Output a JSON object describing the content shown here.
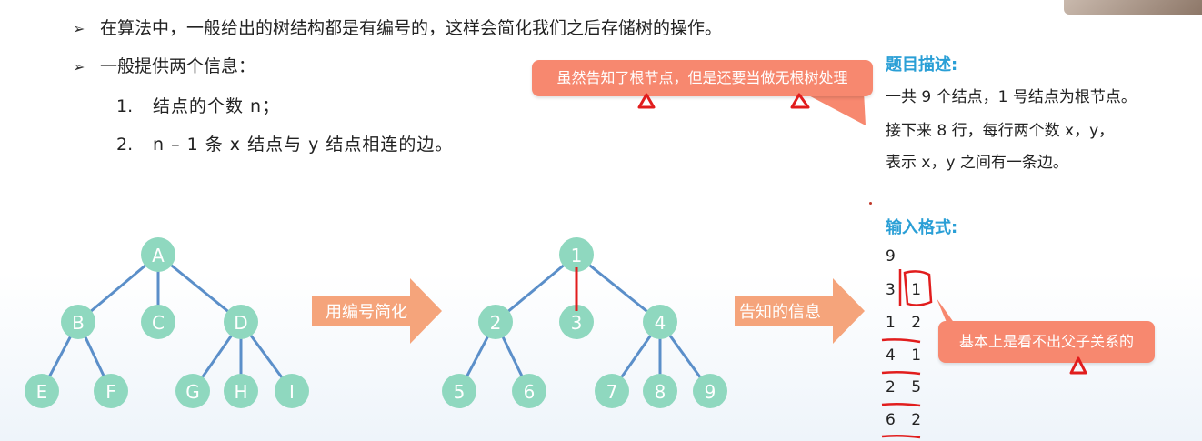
{
  "bullets": [
    "在算法中，一般给出的树结构都是有编号的，这样会简化我们之后存储树的操作。",
    "一般提供两个信息："
  ],
  "subitems": [
    {
      "num": "1.",
      "text": "结点的个数 n；"
    },
    {
      "num": "2.",
      "text": "n – 1 条 x 结点与 y 结点相连的边。"
    }
  ],
  "callouts": {
    "top": "虽然告知了根节点，但是还要当做无根树处理",
    "right": "基本上是看不出父子关系的"
  },
  "arrows": {
    "simplify": "用编号简化",
    "info": "告知的信息"
  },
  "problem": {
    "title": "题目描述:",
    "lines": [
      "一共 9 个结点，1 号结点为根节点。",
      "接下来 8 行，每行两个数 x，y，",
      "表示 x，y 之间有一条边。"
    ]
  },
  "input_format": {
    "title": "输入格式:",
    "lines": [
      "9",
      "3 1",
      "1 2",
      "4 1",
      "2 5",
      "6 2"
    ]
  },
  "tree_letters": {
    "root": "A",
    "level1": [
      "B",
      "C",
      "D"
    ],
    "level2": [
      "E",
      "F",
      "G",
      "H",
      "I"
    ]
  },
  "tree_numbers": {
    "root": "1",
    "level1": [
      "2",
      "3",
      "4"
    ],
    "level2": [
      "5",
      "6",
      "7",
      "8",
      "9"
    ]
  },
  "colors": {
    "node_fill": "#8fd8bf",
    "edge": "#5b8fc9",
    "callout": "#f7886f",
    "arrow": "#f5a47b",
    "title_blue": "#2a9fd6",
    "ink_red": "#e11d1d"
  }
}
